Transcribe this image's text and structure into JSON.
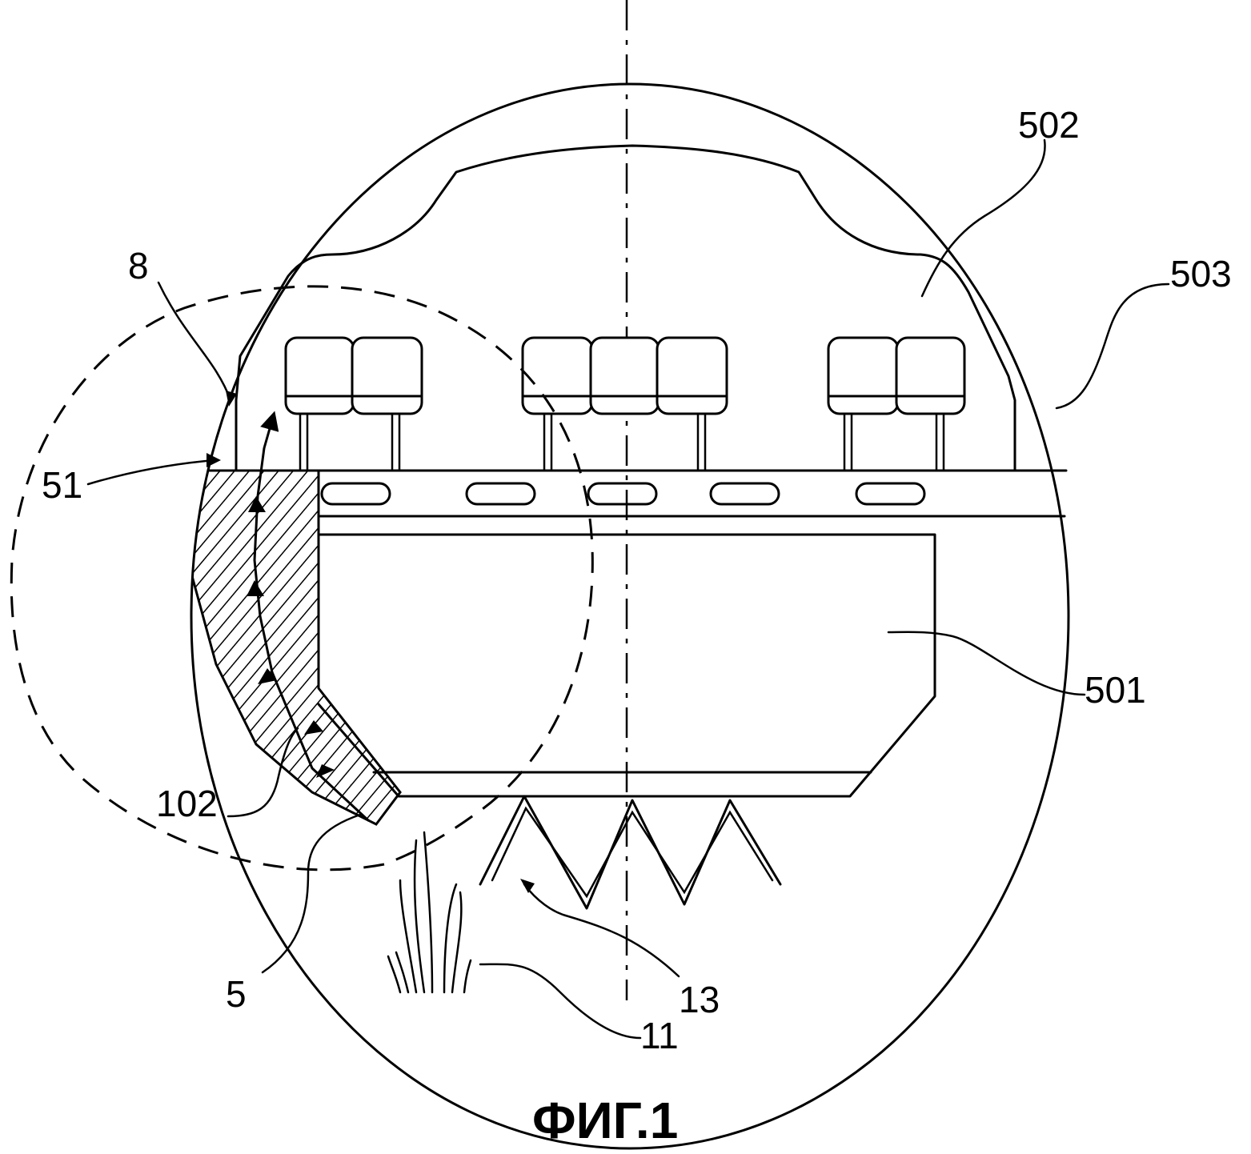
{
  "figure": {
    "caption": "ФИГ.1",
    "labels": {
      "l8": "8",
      "l51": "51",
      "l102": "102",
      "l5": "5",
      "l11": "11",
      "l13": "13",
      "l501": "501",
      "l502": "502",
      "l503": "503"
    }
  }
}
